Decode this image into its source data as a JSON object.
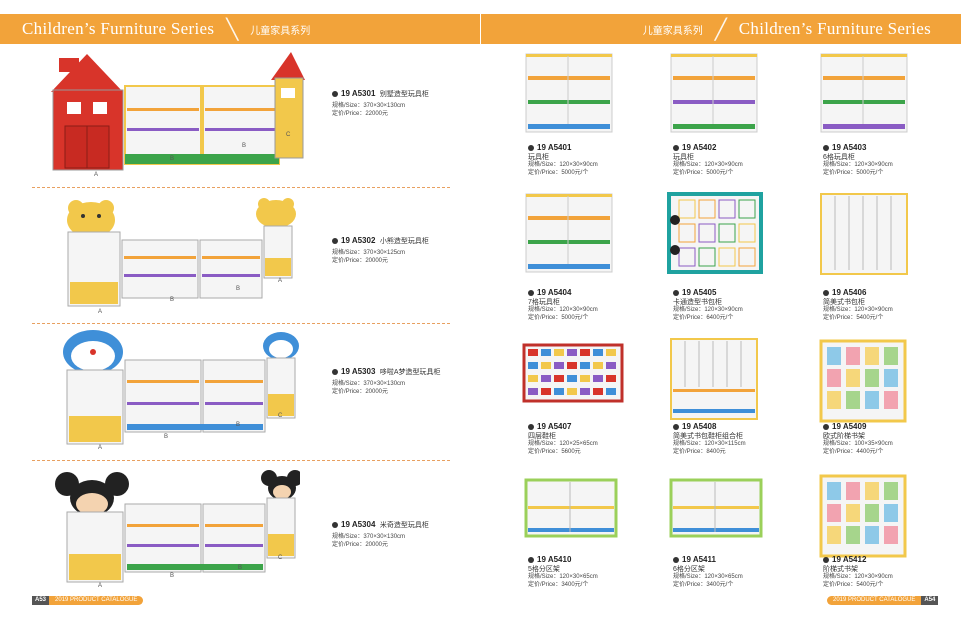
{
  "header_left": {
    "en": "Children’s Furniture Series",
    "slash": "╲",
    "cn": "儿童家具系列"
  },
  "header_right": {
    "cn": "儿童家具系列",
    "slash": "╱",
    "en": "Children’s Furniture Series"
  },
  "left_items": [
    {
      "code": "19 A5301",
      "name": "别墅造型玩具柜",
      "size": "规格/Size：370×30×130cm",
      "price": "定价/Price：22000元",
      "labels": [
        "A",
        "B",
        "B",
        "C"
      ]
    },
    {
      "code": "19 A5302",
      "name": "小熊造型玩具柜",
      "size": "规格/Size：370×30×125cm",
      "price": "定价/Price：20000元",
      "labels": [
        "A",
        "B",
        "B",
        "A"
      ]
    },
    {
      "code": "19 A5303",
      "name": "哆啦A梦造型玩具柜",
      "size": "规格/Size：370×30×130cm",
      "price": "定价/Price：20000元",
      "labels": [
        "A",
        "B",
        "B",
        "C"
      ]
    },
    {
      "code": "19 A5304",
      "name": "米奇造型玩具柜",
      "size": "规格/Size：370×30×130cm",
      "price": "定价/Price：20000元",
      "labels": [
        "A",
        "B",
        "B",
        "C"
      ]
    }
  ],
  "right_items": [
    {
      "code": "19 A5401",
      "name": "玩具柜",
      "size": "规格/Size：120×30×90cm",
      "price": "定价/Price：5000元/个"
    },
    {
      "code": "19 A5402",
      "name": "玩具柜",
      "size": "规格/Size：120×30×90cm",
      "price": "定价/Price：5000元/个"
    },
    {
      "code": "19 A5403",
      "name": "6格玩具柜",
      "size": "规格/Size：120×30×90cm",
      "price": "定价/Price：5000元/个"
    },
    {
      "code": "19 A5404",
      "name": "7格玩具柜",
      "size": "规格/Size：120×30×90cm",
      "price": "定价/Price：5000元/个"
    },
    {
      "code": "19 A5405",
      "name": "卡通造型书包柜",
      "size": "规格/Size：120×30×90cm",
      "price": "定价/Price：6400元/个"
    },
    {
      "code": "19 A5406",
      "name": "简美式书包柜",
      "size": "规格/Size：120×30×90cm",
      "price": "定价/Price：5400元/个"
    },
    {
      "code": "19 A5407",
      "name": "四层鞋柜",
      "size": "规格/Size：120×25×65cm",
      "price": "定价/Price：5600元"
    },
    {
      "code": "19 A5408",
      "name": "简美式书包鞋柜组合柜",
      "size": "规格/Size：120×30×115cm",
      "price": "定价/Price：8400元"
    },
    {
      "code": "19 A5409",
      "name": "欧式阶梯书架",
      "size": "规格/Size：100×35×90cm",
      "price": "定价/Price：4400元/个"
    },
    {
      "code": "19 A5410",
      "name": "5格分区架",
      "size": "规格/Size：120×30×65cm",
      "price": "定价/Price：3400元/个"
    },
    {
      "code": "19 A5411",
      "name": "6格分区架",
      "size": "规格/Size：120×30×65cm",
      "price": "定价/Price：3400元/个"
    },
    {
      "code": "19 A5412",
      "name": "阶梯式书架",
      "size": "规格/Size：120×30×90cm",
      "price": "定价/Price：5400元/个"
    }
  ],
  "footer_left": {
    "page": "A53",
    "catalogue": "2019 PRODUCT CATALOGUE"
  },
  "footer_right": {
    "catalogue": "2019 PRODUCT CATALOGUE",
    "page": "A54"
  }
}
